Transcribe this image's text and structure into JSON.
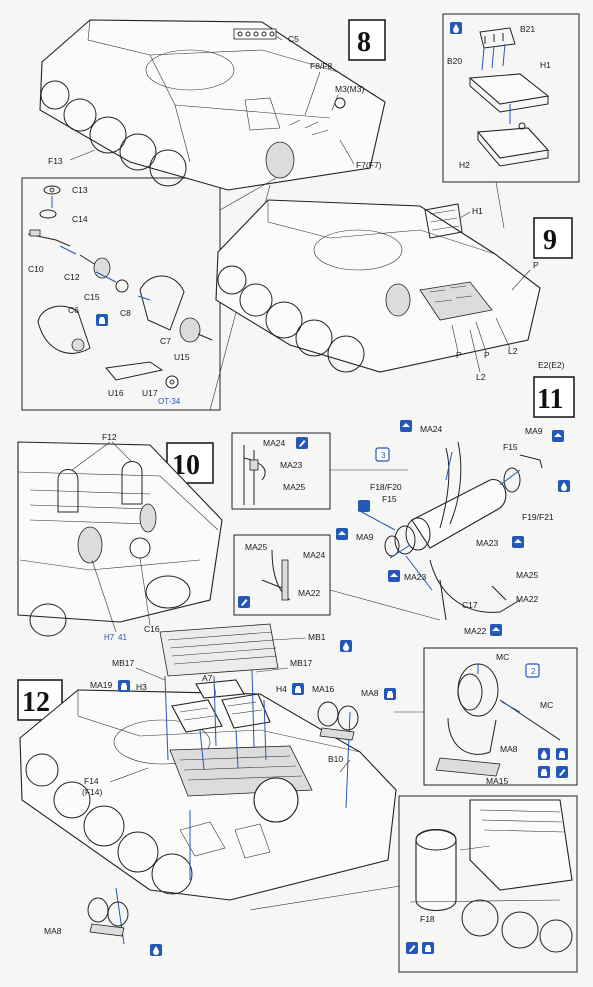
{
  "steps": {
    "s8": "8",
    "s9": "9",
    "s10": "10",
    "s11": "11",
    "s12": "12"
  },
  "labels": {
    "step8": {
      "c5": "C5",
      "f8": "F8/F8",
      "m3": "M3(M3)",
      "f7": "F7(F7)",
      "f13": "F13"
    },
    "inset8": {
      "c13": "C13",
      "c14": "C14",
      "c10": "C10",
      "c12": "C12",
      "c15": "C15",
      "c6": "C6",
      "c8": "C8",
      "c7": "C7",
      "u15": "U15",
      "u16": "U16",
      "u17": "U17",
      "ot34": "OT-34"
    },
    "inset9": {
      "b21": "B21",
      "b20": "B20",
      "h1": "H1",
      "h2": "H2"
    },
    "step9": {
      "h1": "H1",
      "p1": "P",
      "p2": "P",
      "p3": "P",
      "l2a": "L2",
      "l2b": "L2",
      "e2": "E2(E2)"
    },
    "step10": {
      "f12": "F12",
      "h7": "H7",
      "h7b": "41",
      "c16": "C16"
    },
    "inset11a": {
      "ma24": "MA24",
      "ma23": "MA23",
      "ma25": "MA25"
    },
    "inset11b": {
      "ma25": "MA25",
      "ma24": "MA24",
      "ma22": "MA22"
    },
    "step11": {
      "ma24": "MA24",
      "f15a": "F15",
      "ma9a": "MA9",
      "f18": "F18/F20",
      "f15b": "F15",
      "f19": "F19/F21",
      "ma9b": "MA9",
      "ma23a": "MA23",
      "ma23b": "MA23",
      "ma25": "MA25",
      "c17": "C17",
      "ma22a": "MA22",
      "ma22b": "MA22",
      "x3": "3"
    },
    "step12": {
      "mb1": "MB1",
      "mb17a": "MB17",
      "mb17b": "MB17",
      "a7": "A7",
      "ma19": "MA19",
      "h3": "H3",
      "h4": "H4",
      "ma16": "MA16",
      "ma8a": "MA8",
      "b10": "B10",
      "f14": "F14",
      "f14b": "(F14)",
      "ma8b": "MA8",
      "f18": "F18"
    },
    "inset12": {
      "mc1": "MC",
      "mc2": "MC",
      "ma8": "MA8",
      "ma15": "MA15",
      "x2": "2"
    }
  },
  "icons": [
    "paint-brush-icon",
    "cement-drop-icon",
    "cement-bottle-icon",
    "cut-part-icon",
    "sand-file-icon",
    "repeat-times-icon"
  ],
  "colors": {
    "line": "#222222",
    "accent": "#2457b8",
    "paper": "#f6f6f4"
  }
}
